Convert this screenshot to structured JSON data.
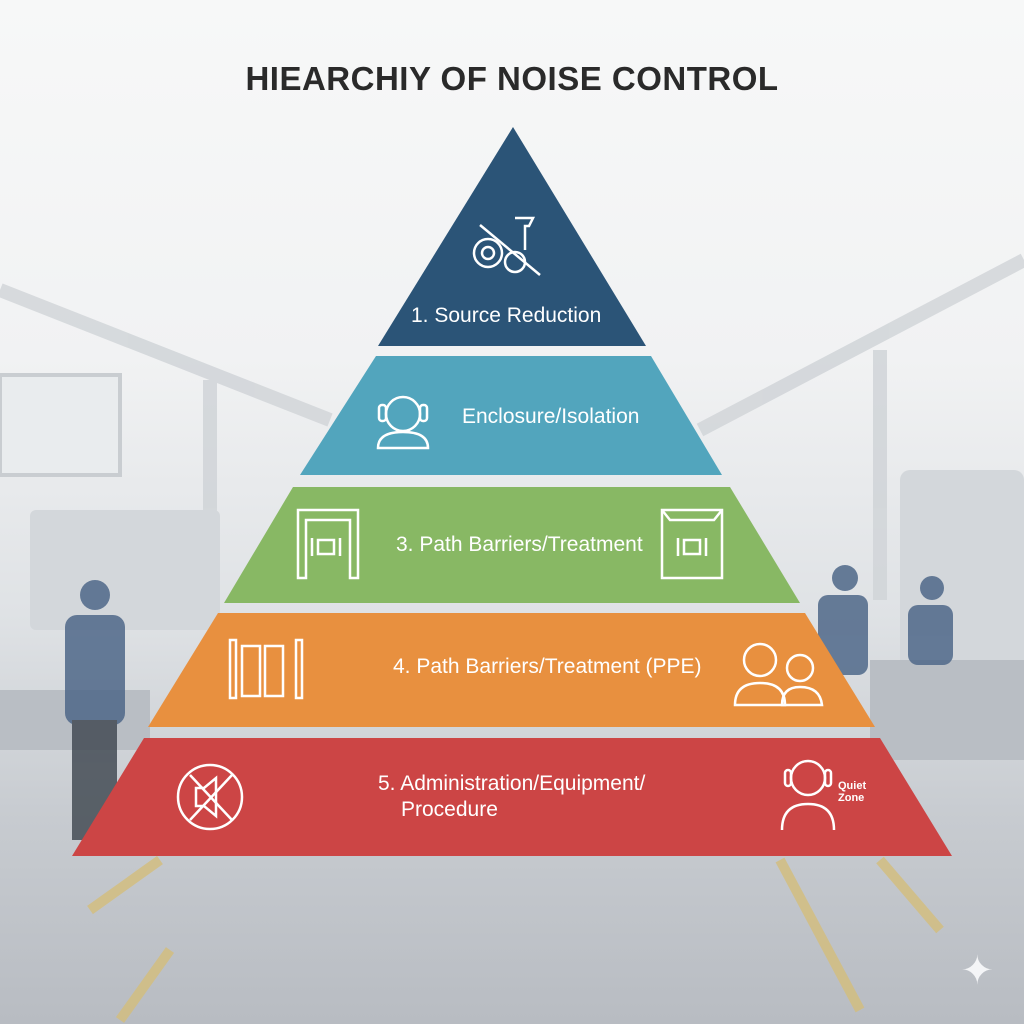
{
  "title": "HIEARCHIY OF NOISE CONTROL",
  "tiers": [
    {
      "label": "1. Source Reduction",
      "color": "#2b5477",
      "icon": "gear-hammer-crossed-icon"
    },
    {
      "label": "Enclosure/Isolation",
      "color": "#52a5bd",
      "icon": "person-headphones-icon"
    },
    {
      "label": "3. Path Barriers/Treatment",
      "color": "#88b864",
      "icon": "barrier-booth-icon"
    },
    {
      "label": "4. Path Barriers/Treatment (PPE)",
      "color": "#e8903f",
      "icon": "panels-and-people-icon"
    },
    {
      "label_line1": "5. Administration/Equipment/",
      "label_line2": "Procedure",
      "color": "#cc4545",
      "icon": "muted-speaker-icon"
    }
  ],
  "quiet_zone_line1": "Quiet",
  "quiet_zone_line2": "Zone",
  "sparkle": "✦"
}
